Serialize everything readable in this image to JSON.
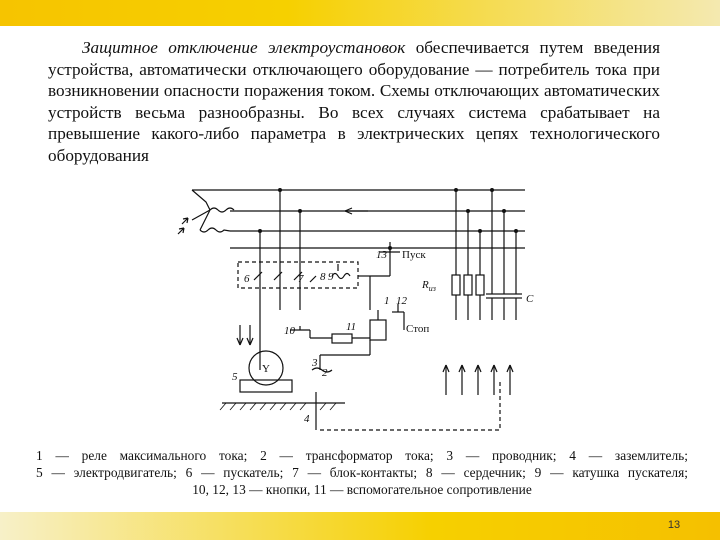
{
  "paragraph": {
    "lead": "Защитное отключение электроустановок",
    "text": " обеспечивается путем введения устройства, автоматически отключающего оборудование — потребитель тока при возникновении опасности поражения током. Схемы отключающих автоматических устройств весьма разнообразны. Во всех случаях система срабатывает на превышение какого-либо параметра в электрических цепях технологического оборудования"
  },
  "diagram": {
    "labels": {
      "n1": "1",
      "n2": "2",
      "n3": "3",
      "n4": "4",
      "n5": "5",
      "n6": "6",
      "n7": "7",
      "n8": "8",
      "n9": "9",
      "n10": "10",
      "n11": "11",
      "n12": "12",
      "n13": "13",
      "start": "Пуск",
      "stop": "Стоп",
      "riz": "R",
      "riz_sub": "из",
      "cap": "C",
      "motor": "Y"
    }
  },
  "caption": {
    "line1": "1 — реле максимального тока; 2 — трансформатор тока; 3 — проводник; 4 — заземлитель;",
    "line2": "5 — электродвигатель; 6 — пускатель; 7 — блок-контакты; 8 — сердечник; 9 — катушка пускателя;",
    "line3": "10, 12, 13 — кнопки, 11 — вспомогательное сопротивление"
  },
  "page_number": "13"
}
